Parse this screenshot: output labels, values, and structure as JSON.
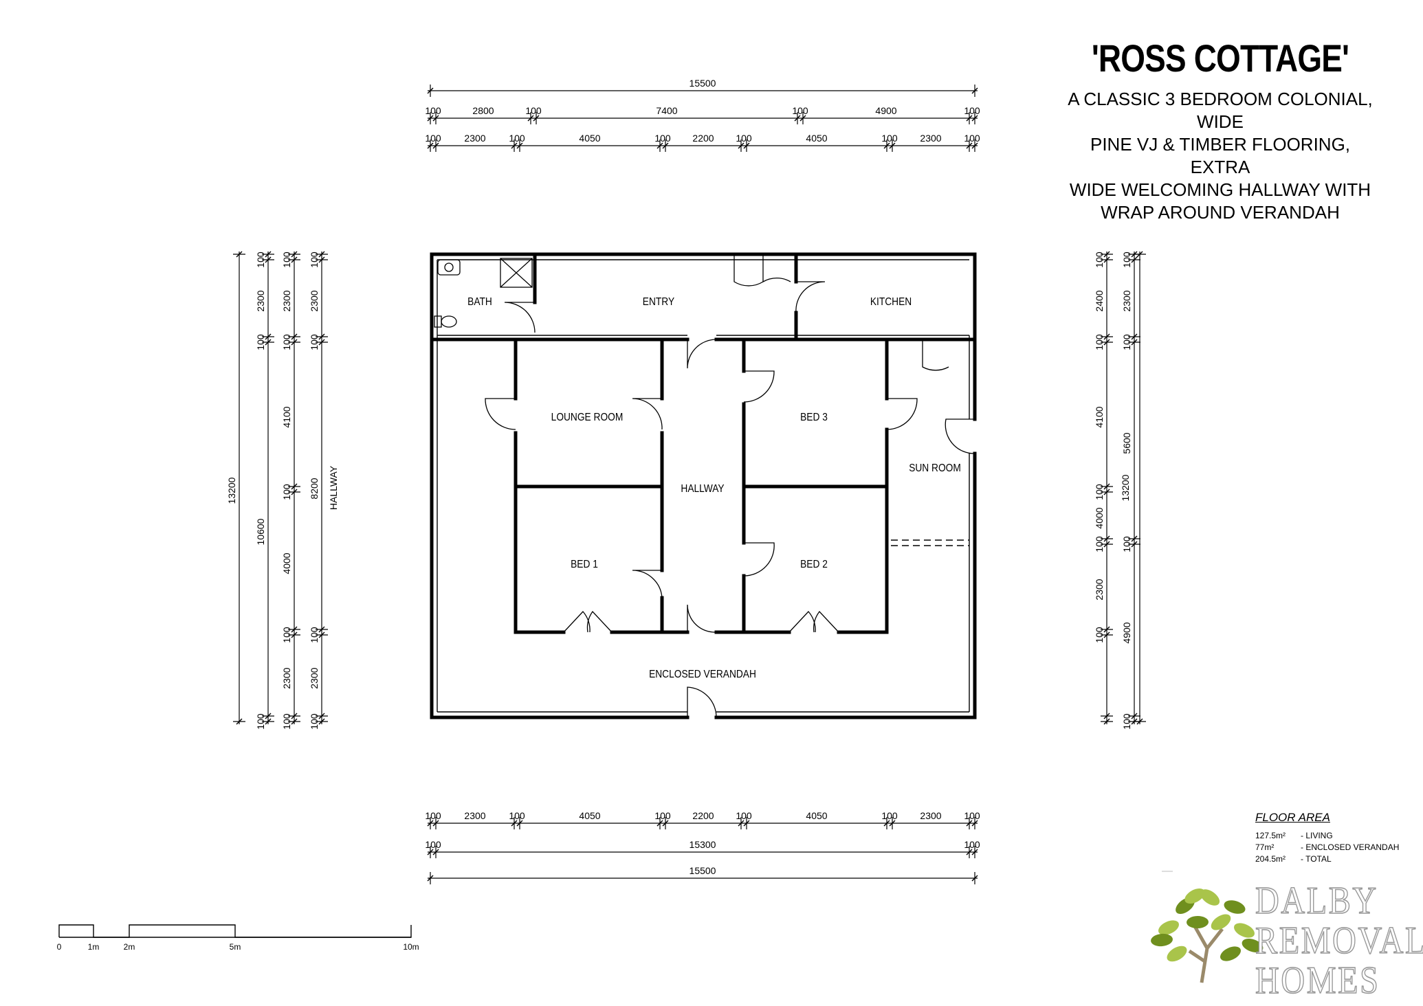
{
  "title": "'ROSS COTTAGE'",
  "description_lines": [
    "A CLASSIC 3 BEDROOM COLONIAL, WIDE",
    "PINE VJ & TIMBER FLOORING, EXTRA",
    "WIDE WELCOMING HALLWAY WITH",
    "WRAP AROUND VERANDAH"
  ],
  "rooms": {
    "bath": "BATH",
    "entry": "ENTRY",
    "kitchen": "KITCHEN",
    "lounge": "LOUNGE ROOM",
    "bed3": "BED 3",
    "hallway": "HALLWAY",
    "sun_room": "SUN ROOM",
    "bed1": "BED 1",
    "bed2": "BED 2",
    "verandah": "ENCLOSED VERANDAH"
  },
  "dimensions": {
    "top_overall": "15500",
    "top_row1": [
      "100",
      "2800",
      "100",
      "7400",
      "100",
      "4900",
      "100"
    ],
    "top_row2": [
      "100",
      "2300",
      "100",
      "4050",
      "100",
      "2200",
      "100",
      "4050",
      "100",
      "2300",
      "100"
    ],
    "bottom_row1": [
      "100",
      "2300",
      "100",
      "4050",
      "100",
      "2200",
      "100",
      "4050",
      "100",
      "2300",
      "100"
    ],
    "bottom_row2": [
      "100",
      "15300",
      "100"
    ],
    "bottom_overall": "15500",
    "left_col1": "13200",
    "left_col2": [
      "100",
      "2300",
      "100",
      "10600",
      "100"
    ],
    "left_col3": [
      "100",
      "2300",
      "100",
      "4100",
      "100",
      "4000",
      "100",
      "2300",
      "100"
    ],
    "left_col4": [
      "100",
      "2300",
      "100",
      "8200",
      "100",
      "2300",
      "100"
    ],
    "left_hallway_label": "HALLWAY",
    "right_col1": [
      "100",
      "2400",
      "100",
      "4100",
      "100",
      "4000",
      "100",
      "2300",
      "100"
    ],
    "right_col2": [
      "100",
      "2300",
      "100",
      "5600",
      "100",
      "4900",
      "100"
    ],
    "right_col3": "13200"
  },
  "floor_area": {
    "heading": "FLOOR AREA",
    "rows": [
      {
        "value": "127.5m²",
        "label": "- LIVING"
      },
      {
        "value": "77m²",
        "label": "- ENCLOSED VERANDAH"
      },
      {
        "value": "204.5m²",
        "label": "- TOTAL"
      }
    ]
  },
  "scale_bar": {
    "labels": [
      "0",
      "1m",
      "2m",
      "5m",
      "10m"
    ]
  },
  "logo": {
    "lines": [
      "DALBY",
      "REMOVAL",
      "HOMES"
    ]
  },
  "colors": {
    "line": "#000000",
    "leaf_light": "#a9c44a",
    "leaf_dark": "#6f8f1e",
    "trunk": "#9a8a6a",
    "logo_outline": "#999999"
  }
}
